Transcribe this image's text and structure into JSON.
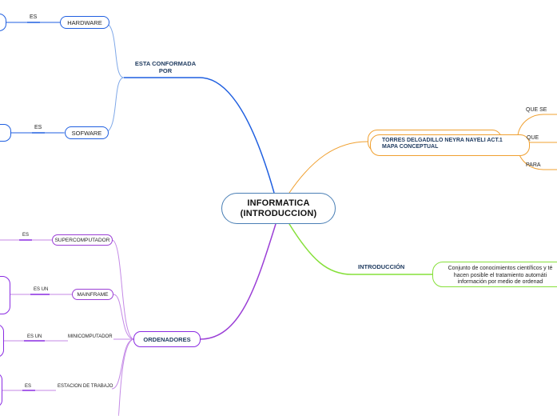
{
  "root": {
    "title_line1": "INFORMATICA",
    "title_line2": "(INTRODUCCION)"
  },
  "title_card": {
    "line1": "TORRES DELGADILLO NEYRA NAYELI ACT.1",
    "line2": "MAPA CONCEPTUAL"
  },
  "hardware_branch": {
    "connector": "ESTA CONFORMADA",
    "connector_2": "POR",
    "hardware": {
      "label": "HARDWARE",
      "link": "ES"
    },
    "software": {
      "label": "SOFWARE",
      "link": "ES"
    }
  },
  "intro_branch": {
    "label": "INTRODUCCIÓN",
    "definition_line1": "Conjunto de conocimientos científicos y té",
    "definition_line2": "hacen posible el tratamiento automáti",
    "definition_line3": "información por medio de ordenad"
  },
  "questions": [
    "QUE SE",
    "QUE",
    "PARA"
  ],
  "computers_branch": {
    "label": "ORDENADORES",
    "items": [
      {
        "label": "SUPERCOMPUTADOR",
        "link": "ES"
      },
      {
        "label": "MAINFRAME",
        "link": "ES UN"
      },
      {
        "label": "MINICOMPUTADOR",
        "link": "ES UN"
      },
      {
        "label": "ESTACION DE TRABAJO",
        "link": "ES"
      }
    ]
  },
  "colors": {
    "blue": "#1f5fe0",
    "light_blue": "#7fa8e8",
    "orange": "#f0a030",
    "green": "#86e03a",
    "purple": "#9b3fd6",
    "violet": "#8a2be2"
  }
}
